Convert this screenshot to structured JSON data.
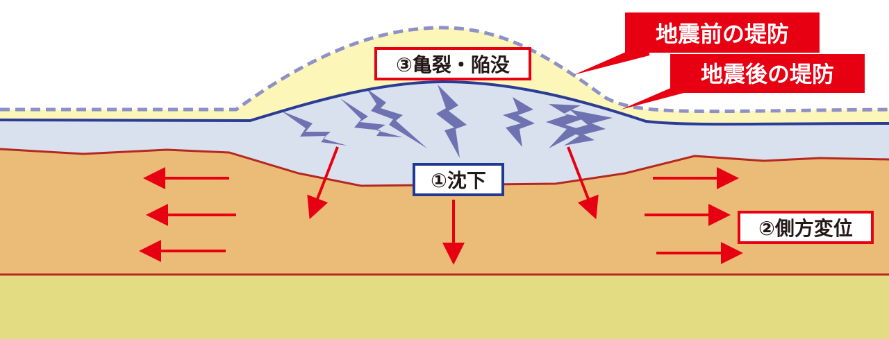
{
  "labels": {
    "cracks": "③亀裂・陥没",
    "settlement": "①沈下",
    "lateral": "②側方変位",
    "before": "地震前の堤防",
    "after": "地震後の堤防"
  },
  "colors": {
    "dashed_outline": "#8e91c6",
    "embankment_before_fill": "#fcf6b9",
    "embankment_after_fill": "#d9e0ee",
    "embankment_line": "#2b3c96",
    "soil_fill": "#ebbb78",
    "soil_line": "#b5281f",
    "base_fill": "#e3dc82",
    "arrow": "#e60012",
    "crack": "#6e72b0",
    "callout": "#e60012",
    "callout_text": "#ffffff",
    "label_box_red": "#e60012",
    "label_box_blue": "#1f3a93"
  }
}
